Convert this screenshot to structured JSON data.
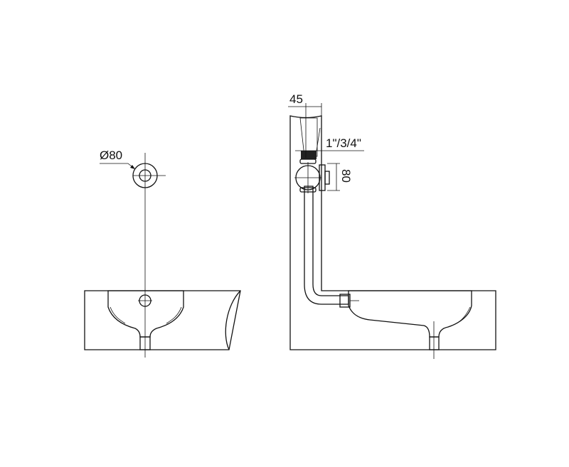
{
  "drawing": {
    "front_view": {
      "diameter_label": "Ø80"
    },
    "side_view": {
      "wall_offset_label": "45",
      "thread_label": "1\"/3/4\"",
      "height_label": "80"
    }
  },
  "colors": {
    "line": "#111111",
    "background": "#ffffff"
  }
}
